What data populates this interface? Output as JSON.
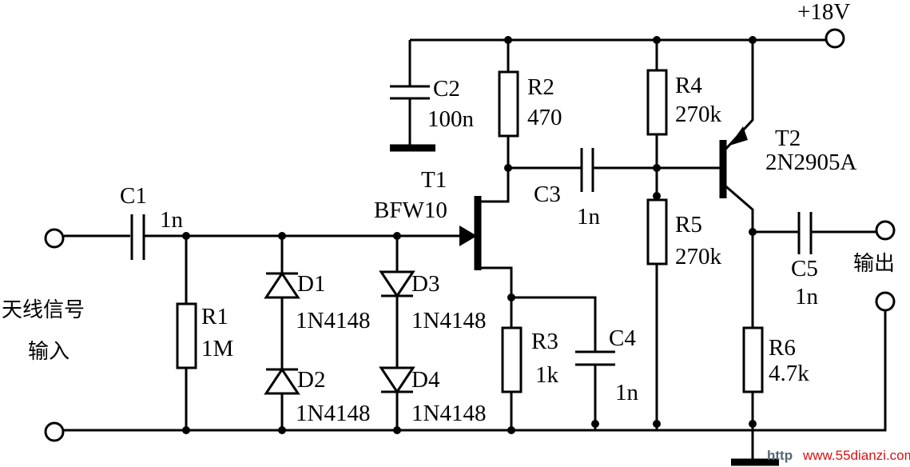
{
  "supply": "+18V",
  "input_label_line1": "天线信号",
  "input_label_line2": "输入",
  "output_label": "输出",
  "components": {
    "C1": {
      "name": "C1",
      "value": "1n"
    },
    "R1": {
      "name": "R1",
      "value": "1M"
    },
    "D1": {
      "name": "D1",
      "value": "1N4148"
    },
    "D2": {
      "name": "D2",
      "value": "1N4148"
    },
    "D3": {
      "name": "D3",
      "value": "1N4148"
    },
    "D4": {
      "name": "D4",
      "value": "1N4148"
    },
    "T1": {
      "name": "T1",
      "value": "BFW10"
    },
    "C2": {
      "name": "C2",
      "value": "100n"
    },
    "R2": {
      "name": "R2",
      "value": "470"
    },
    "C3": {
      "name": "C3",
      "value": "1n"
    },
    "R3": {
      "name": "R3",
      "value": "1k"
    },
    "C4": {
      "name": "C4",
      "value": "1n"
    },
    "R4": {
      "name": "R4",
      "value": "270k"
    },
    "R5": {
      "name": "R5",
      "value": "270k"
    },
    "T2": {
      "name": "T2",
      "value": "2N2905A"
    },
    "C5": {
      "name": "C5",
      "value": "1n"
    },
    "R6": {
      "name": "R6",
      "value": "4.7k"
    }
  },
  "watermark": {
    "prefix": "http",
    "site": "www.55dianzi.com"
  }
}
